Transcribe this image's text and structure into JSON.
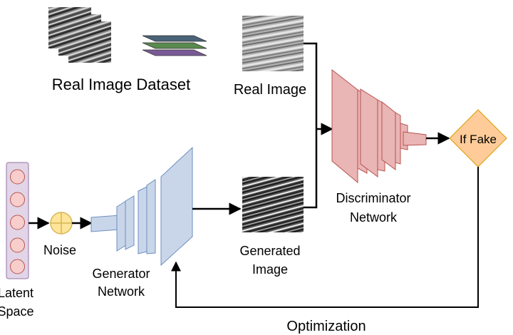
{
  "labels": {
    "dataset": "Real Image Dataset",
    "real_image": "Real Image",
    "discriminator_line1": "Discriminator",
    "discriminator_line2": "Network",
    "if_fake": "If Fake",
    "latent_line1": "Latent",
    "latent_line2": "Space",
    "noise": "Noise",
    "generator_line1": "Generator",
    "generator_line2": "Network",
    "generated_line1": "Generated",
    "generated_line2": "Image",
    "optimization": "Optimization"
  },
  "colors": {
    "generator_fill": "#c9d6ea",
    "generator_stroke": "#6c8ebf",
    "discriminator_fill": "#e9b5b5",
    "discriminator_stroke": "#b85450",
    "latent_fill": "#e1d5e7",
    "latent_stroke": "#9673a6",
    "node_fill": "#f8cecc",
    "node_stroke": "#b85450",
    "decision_fill": "#ffcc99",
    "decision_stroke": "#d79b00",
    "plus_fill": "#ffe599",
    "plus_stroke": "#d6b656",
    "layer_top": "#4a6378",
    "layer_mid": "#5a8a4e",
    "layer_bottom": "#7a5a96"
  },
  "icons": [
    "stacked-layers-icon",
    "plus-circle-icon",
    "texture-image-icon"
  ]
}
